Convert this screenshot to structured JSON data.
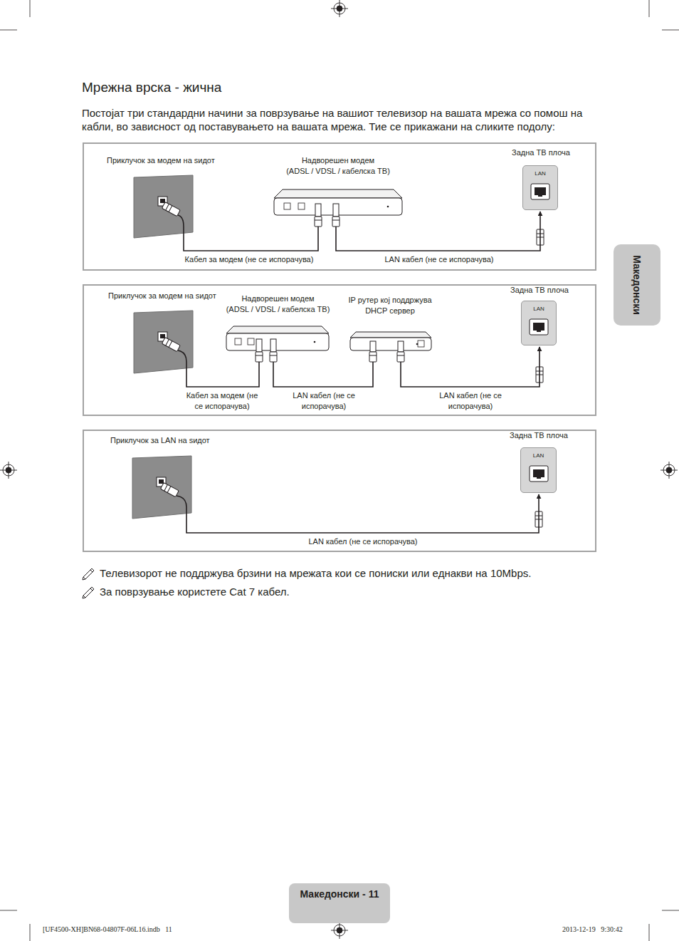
{
  "diagram": {
    "title": "Мрежна врска - жична",
    "nodes": [
      {
        "text": [
          "Приклучок за модем на ѕидот"
        ]
      },
      {
        "text": [
          "Надворешен модем",
          "(ADSL / VDSL / кабелска ТВ)"
        ]
      },
      {
        "text": [
          "Задна ТВ плоча",
          "LAN"
        ]
      },
      {
        "text": [
          "Приклучок за модем на ѕидот"
        ]
      },
      {
        "text": [
          "Надворешен модем",
          "(ADSL / VDSL / кабелска ТВ)"
        ]
      },
      {
        "text": [
          "IP рутер кој поддржува DHCP сервер"
        ]
      },
      {
        "text": [
          "Задна ТВ плоча",
          "LAN"
        ]
      },
      {
        "text": [
          "Приклучок за LAN на ѕидот"
        ]
      },
      {
        "text": [
          "Задна ТВ плоча",
          "LAN"
        ]
      }
    ],
    "edges": [
      {
        "from": 0,
        "to": 1,
        "label": "Кабел за модем (не се испорачува)",
        "arrow": "none"
      },
      {
        "from": 1,
        "to": 2,
        "label": "LAN кабел (не се испорачува)",
        "arrow": "to"
      },
      {
        "from": 3,
        "to": 4,
        "label": "Кабел за модем (не се испорачува)",
        "arrow": "none"
      },
      {
        "from": 4,
        "to": 5,
        "label": "LAN кабел (не се испорачува)",
        "arrow": "none"
      },
      {
        "from": 5,
        "to": 6,
        "label": "LAN кабел (не се испорачува)",
        "arrow": "to"
      },
      {
        "from": 7,
        "to": 8,
        "label": "LAN кабел (не се испорачува)",
        "arrow": "to"
      }
    ],
    "labels": [
      "Постојат три стандардни начини за поврзување на вашиот телевизор на вашата мрежа со помош на кабли, во зависност од поставувањето на вашата мрежа. Тие се прикажани на сликите подолу:",
      "Телевизорот не поддржува брзини на мрежата кои се пониски или еднакви на 10Mbps.",
      "За поврзување користете Cat 7 кабел.",
      "Македонски",
      "Македонски - 11",
      "[UF4500-XH]BN68-04807F-06L16.indb   11",
      "2013-12-19   9:30:42"
    ]
  }
}
